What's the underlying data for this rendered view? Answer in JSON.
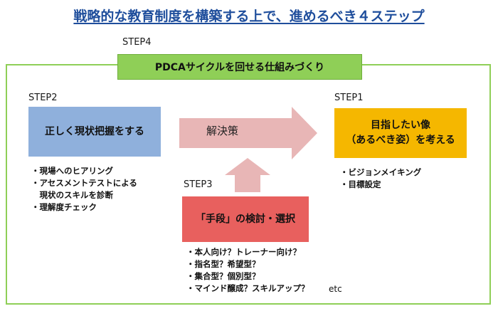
{
  "title": "戦略的な教育制度を構築する上で、進めるべき４ステップ",
  "step4": {
    "label": "STEP4",
    "text": "PDCAサイクルを回せる仕組みづくり"
  },
  "step2": {
    "label": "STEP2",
    "text": "正しく現状把握をする",
    "bullets": [
      "・現場へのヒアリング",
      "・アセスメントテストによる",
      "　現状のスキルを診断",
      "・理解度チェック"
    ]
  },
  "step1": {
    "label": "STEP1",
    "line1": "目指したい像",
    "line2": "（あるべき姿）を考える",
    "bullets": [
      "・ビジョンメイキング",
      "・目標設定"
    ]
  },
  "step3": {
    "label": "STEP3",
    "text": "「手段」の検討・選択",
    "bullets": [
      "・本人向け？トレーナー向け？",
      "・指名型？希望型？",
      "・集合型？個別型？",
      "・マインド醸成？スキルアップ？"
    ],
    "etc": "etc"
  },
  "arrow_label": "解決策",
  "colors": {
    "title": "#1f4e9c",
    "frame": "#8fcf57",
    "step2_box": "#8fb0dc",
    "step1_box": "#f5b700",
    "step3_box": "#e8605e",
    "arrow": "#e8b6b6"
  }
}
